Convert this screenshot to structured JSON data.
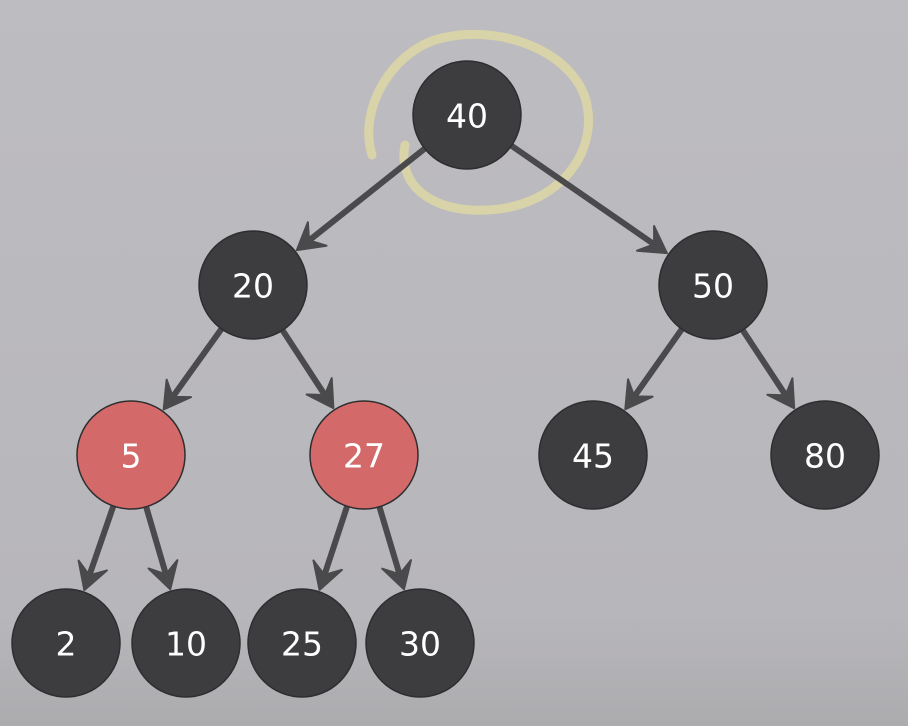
{
  "diagram": {
    "nodes": [
      {
        "id": "n40",
        "label": "40",
        "color": "black"
      },
      {
        "id": "n20",
        "label": "20",
        "color": "black"
      },
      {
        "id": "n50",
        "label": "50",
        "color": "black"
      },
      {
        "id": "n5",
        "label": "5",
        "color": "red"
      },
      {
        "id": "n27",
        "label": "27",
        "color": "red"
      },
      {
        "id": "n45",
        "label": "45",
        "color": "black"
      },
      {
        "id": "n80",
        "label": "80",
        "color": "black"
      },
      {
        "id": "n2",
        "label": "2",
        "color": "black"
      },
      {
        "id": "n10",
        "label": "10",
        "color": "black"
      },
      {
        "id": "n25",
        "label": "25",
        "color": "black"
      },
      {
        "id": "n30",
        "label": "30",
        "color": "black"
      }
    ],
    "edges": [
      {
        "from": "n40",
        "to": "n20"
      },
      {
        "from": "n40",
        "to": "n50"
      },
      {
        "from": "n20",
        "to": "n5"
      },
      {
        "from": "n20",
        "to": "n27"
      },
      {
        "from": "n50",
        "to": "n45"
      },
      {
        "from": "n50",
        "to": "n80"
      },
      {
        "from": "n5",
        "to": "n2"
      },
      {
        "from": "n5",
        "to": "n10"
      },
      {
        "from": "n27",
        "to": "n25"
      },
      {
        "from": "n27",
        "to": "n30"
      }
    ],
    "highlighted_node": "n40"
  },
  "colors": {
    "background": "#b9b8bc",
    "black_node": "#3d3d3f",
    "red_node": "#d36a69",
    "edge": "#4a4a4c",
    "label": "#ffffff",
    "highlight": "#e2dba0"
  }
}
